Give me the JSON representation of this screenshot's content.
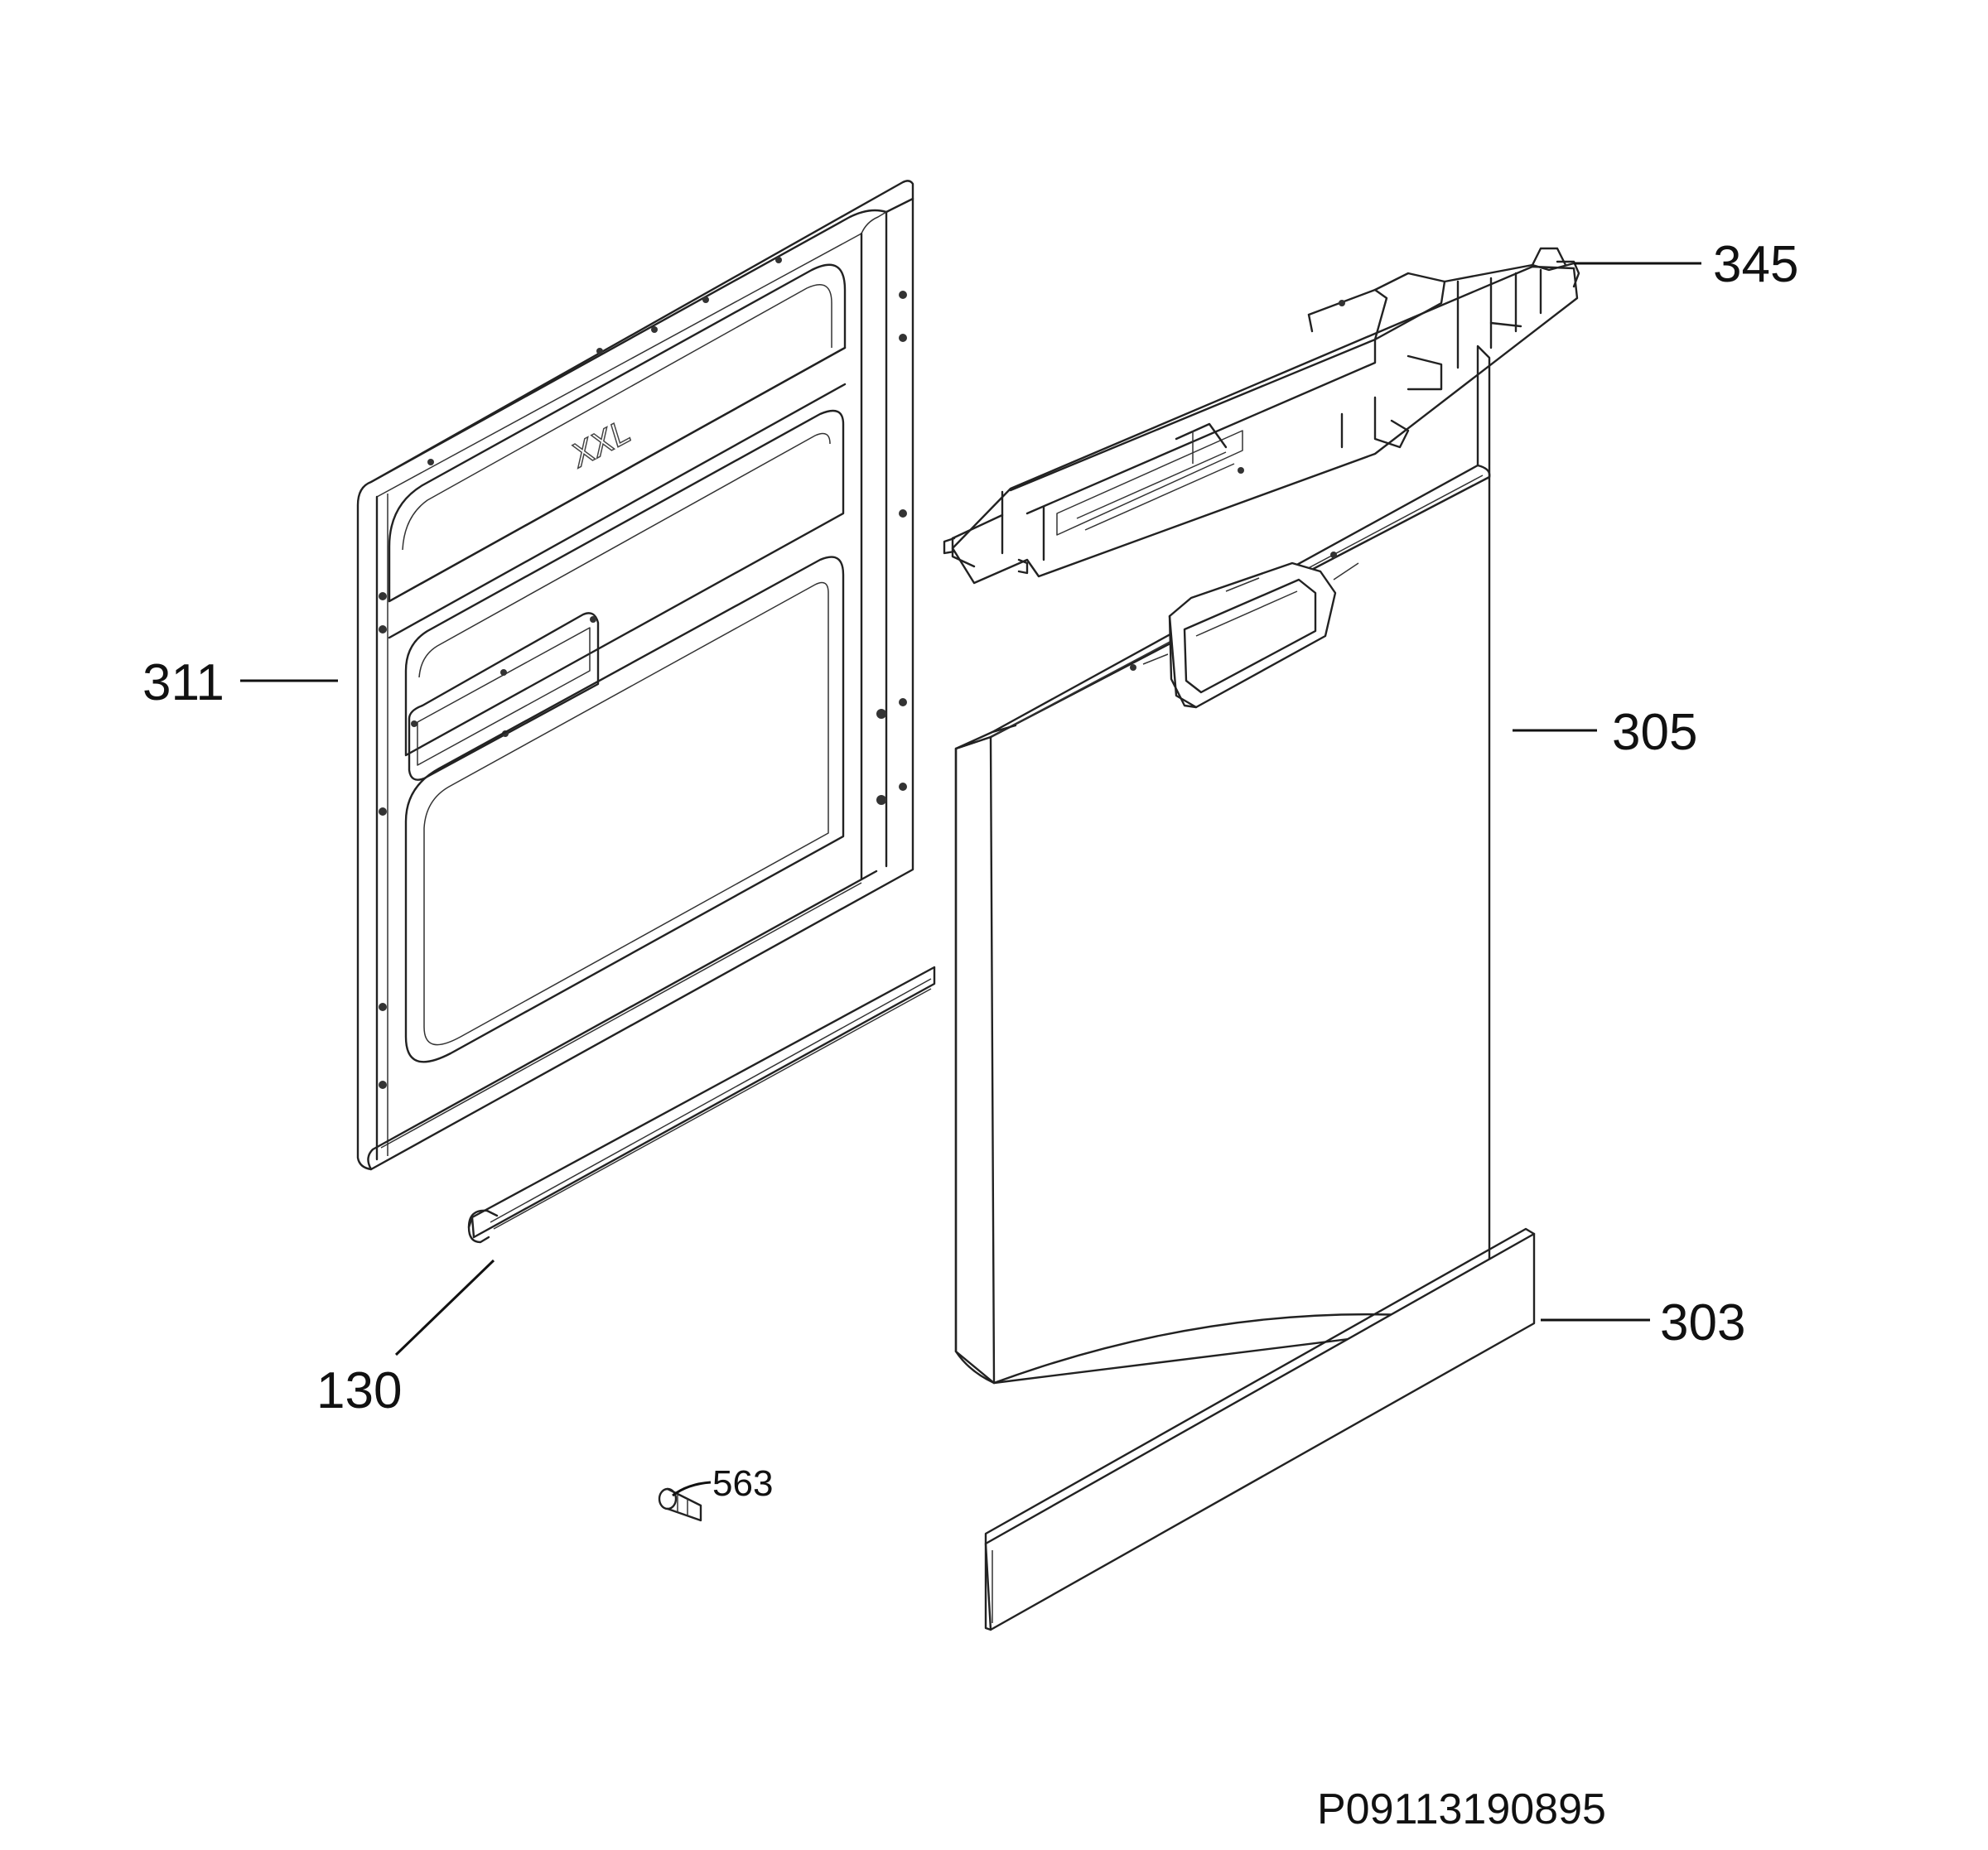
{
  "callouts": {
    "c345": "345",
    "c311": "311",
    "c305": "305",
    "c303": "303",
    "c130": "130",
    "c563": "563"
  },
  "inner_door_marking": "XXL",
  "document_code": "P09113190895",
  "colors": {
    "line": "#111111",
    "background": "#ffffff"
  }
}
